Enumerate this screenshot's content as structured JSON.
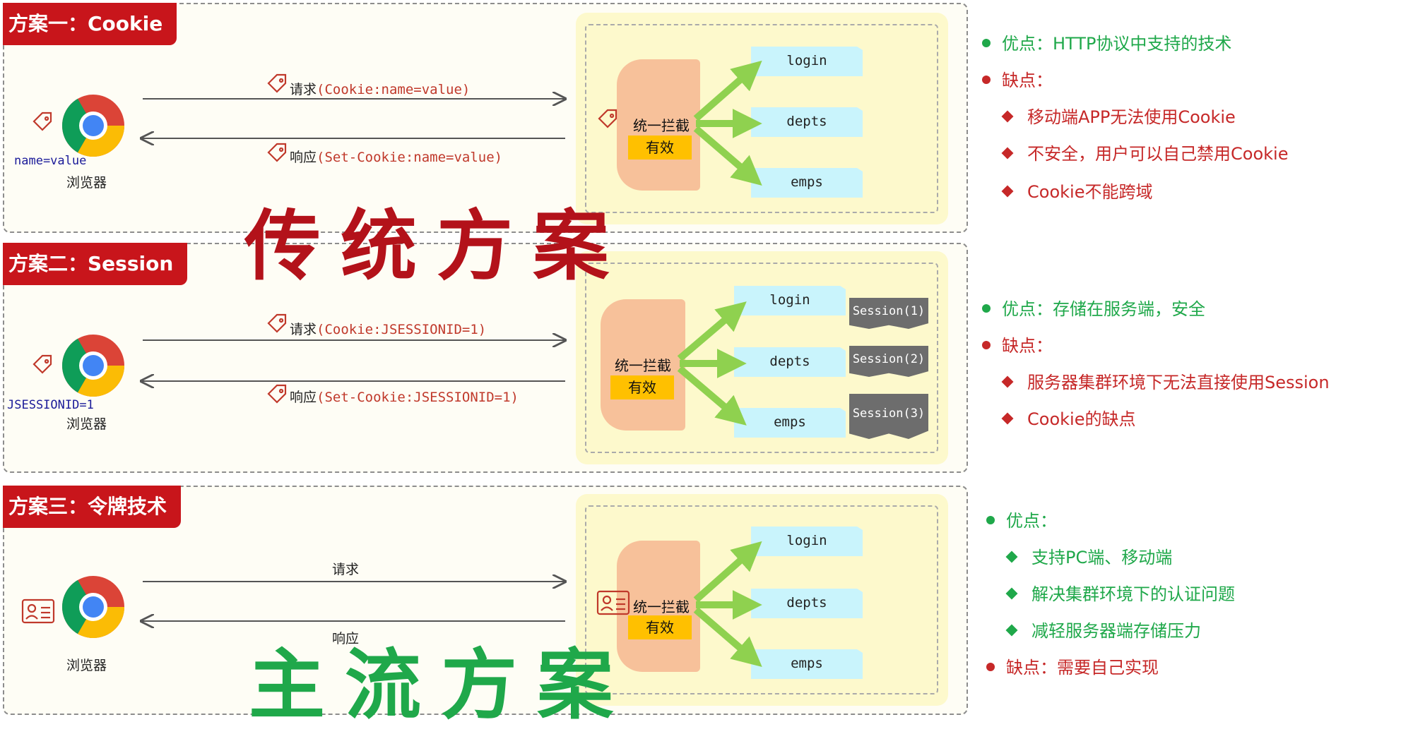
{
  "colors": {
    "tag_red": "#c8151b",
    "positive_green": "#1fa84a",
    "negative_red": "#c62828",
    "server_yellow": "#fdf9cc",
    "intercept_orange": "#f7c19a",
    "valid_gold": "#ffc000",
    "target_cyan": "#c9f4fc",
    "arrow_green": "#8fd14f",
    "session_gray": "#6d6d6d"
  },
  "icons": [
    "chrome-browser-icon",
    "tag-icon",
    "id-card-icon"
  ],
  "overlay": {
    "traditional": "传统方案",
    "mainstream": "主流方案"
  },
  "schemes": [
    {
      "title": "方案一：Cookie",
      "browser_label": "浏览器",
      "client_value": "name=value",
      "request_prefix": "请求",
      "request_detail": "(Cookie:name=value)",
      "response_prefix": "响应",
      "response_detail": "(Set-Cookie:name=value)",
      "intercept": "统一拦截",
      "valid": "有效",
      "targets": [
        "login",
        "depts",
        "emps"
      ],
      "pros_label": "优点：HTTP协议中支持的技术",
      "cons_label": "缺点：",
      "cons": [
        "移动端APP无法使用Cookie",
        "不安全，用户可以自己禁用Cookie",
        "Cookie不能跨域"
      ]
    },
    {
      "title": "方案二：Session",
      "browser_label": "浏览器",
      "client_value": "JSESSIONID=1",
      "request_prefix": "请求",
      "request_detail": "(Cookie:JSESSIONID=1)",
      "response_prefix": "响应",
      "response_detail": "(Set-Cookie:JSESSIONID=1)",
      "intercept": "统一拦截",
      "valid": "有效",
      "targets": [
        "login",
        "depts",
        "emps"
      ],
      "sessions": [
        "Session(1)",
        "Session(2)",
        "Session(3)"
      ],
      "pros_label": "优点：存储在服务端，安全",
      "cons_label": "缺点：",
      "cons": [
        "服务器集群环境下无法直接使用Session",
        "Cookie的缺点"
      ]
    },
    {
      "title": "方案三：令牌技术",
      "browser_label": "浏览器",
      "request": "请求",
      "response": "响应",
      "intercept": "统一拦截",
      "valid": "有效",
      "targets": [
        "login",
        "depts",
        "emps"
      ],
      "pros_label": "优点：",
      "pros": [
        "支持PC端、移动端",
        "解决集群环境下的认证问题",
        "减轻服务器端存储压力"
      ],
      "cons_label": "缺点：需要自己实现"
    }
  ]
}
